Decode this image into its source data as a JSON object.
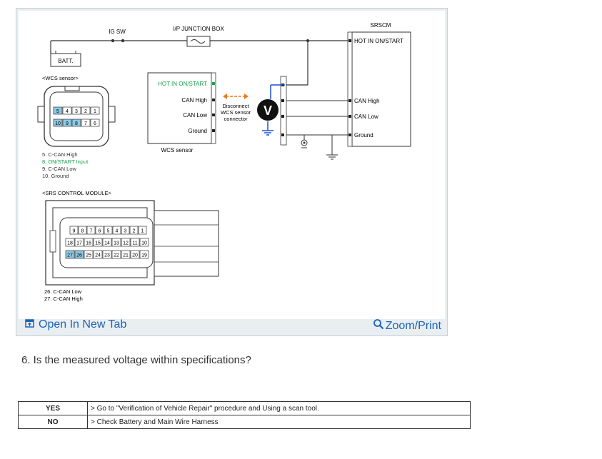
{
  "diagram": {
    "ig_sw": "IG SW",
    "ip_junction_box": "I/P JUNCTION BOX",
    "srscm": "SRSCM",
    "batt": "BATT.",
    "wcs_sensor_heading": "<WCS sensor>",
    "hot_in": "HOT IN ON/START",
    "can_high": "CAN High",
    "can_low": "CAN Low",
    "ground": "Ground",
    "disconnect_1": "Disconnect",
    "disconnect_2": "WCS sensor",
    "disconnect_3": "connector",
    "voltmeter": "V",
    "wcs_sensor_caption": "WCS sensor",
    "srscm_hot_in": "HOT IN ON/START",
    "srscm_can_high": "CAN High",
    "srscm_can_low": "CAN Low",
    "srscm_ground": "Ground",
    "wcs_pins_top": [
      "5",
      "4",
      "3",
      "2",
      "1"
    ],
    "wcs_pins_bottom": [
      "10",
      "9",
      "8",
      "7",
      "6"
    ],
    "legend_wcs": [
      {
        "text": "5. C-CAN High",
        "color": "#333333"
      },
      {
        "text": "8. ON/START Input",
        "color": "#16a34a"
      },
      {
        "text": "9. C-CAN Low",
        "color": "#333333"
      },
      {
        "text": "10. Ground",
        "color": "#333333"
      }
    ],
    "srs_module_heading": "<SRS CONTROL MODULE>",
    "srs_row1": [
      "9",
      "8",
      "7",
      "6",
      "5",
      "4",
      "3",
      "2",
      "1"
    ],
    "srs_row2": [
      "18",
      "17",
      "16",
      "15",
      "14",
      "13",
      "12",
      "11",
      "10"
    ],
    "srs_row3": [
      "27",
      "26",
      "25",
      "24",
      "23",
      "22",
      "21",
      "20",
      "19"
    ],
    "legend_srs": [
      "26. C-CAN Low",
      "27. C-CAN High"
    ],
    "colors": {
      "hot_in_green": "#16a34a",
      "probe_blue": "#1d4ed8",
      "arrow_orange": "#f07a1a",
      "pin_highlight": "#8ecae6"
    }
  },
  "figure_bar": {
    "open_tab_label": "Open In New Tab",
    "zoom_label": "Zoom/Print",
    "open_tab_icon": "open-new-tab-icon",
    "zoom_icon": "magnifier-icon"
  },
  "question": "6. Is the measured voltage within specifications?",
  "results": [
    {
      "key": "YES",
      "value": "> Go to \"Verification of Vehicle Repair\" procedure and Using a scan tool."
    },
    {
      "key": "NO",
      "value": "> Check Battery and Main Wire Harness"
    }
  ]
}
